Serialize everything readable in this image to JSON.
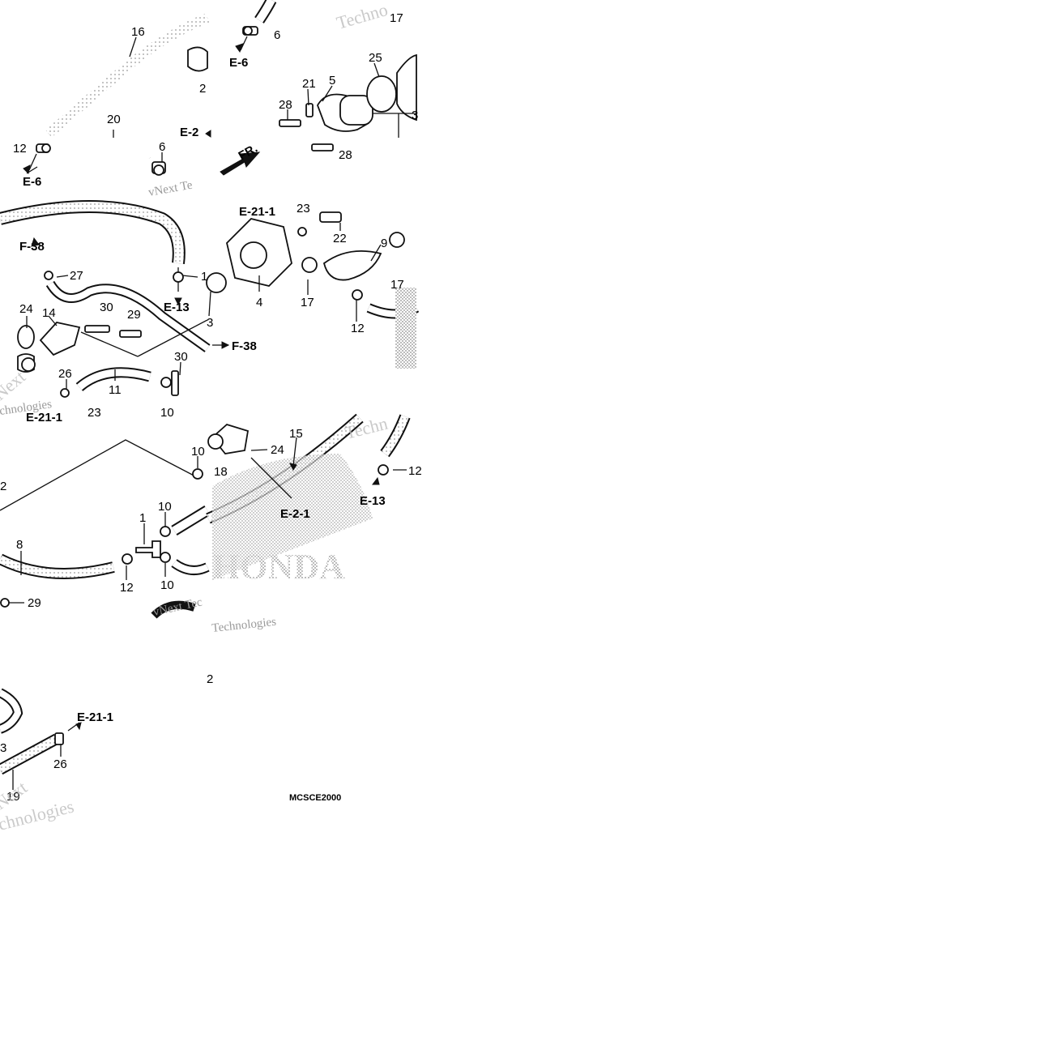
{
  "callouts": [
    "16",
    "2",
    "6",
    "21",
    "5",
    "25",
    "17",
    "12",
    "20",
    "6",
    "28",
    "28",
    "3",
    "23",
    "22",
    "9",
    "1",
    "27",
    "30",
    "29",
    "24",
    "14",
    "17",
    "4",
    "17",
    "12",
    "3",
    "26",
    "11",
    "30",
    "10",
    "23",
    "10",
    "18",
    "24",
    "15",
    "12",
    "2",
    "1",
    "10",
    "8",
    "12",
    "10",
    "29",
    "2",
    "3",
    "26",
    "19"
  ],
  "refs": [
    "E-6",
    "E-6",
    "E-2",
    "F-38",
    "E-13",
    "F-38",
    "E-21-1",
    "E-2-1",
    "E-13",
    "E-21-1",
    "E-21-1"
  ],
  "direction_label": "FR.",
  "watermarks": [
    "Techno",
    "vNext Te",
    "Next",
    "chnologies",
    "Techn",
    "vNext Tec",
    "Technologies",
    "Next",
    "chnologies"
  ],
  "logo_text": "HONDA",
  "diagram_code": "MCSCE2000"
}
